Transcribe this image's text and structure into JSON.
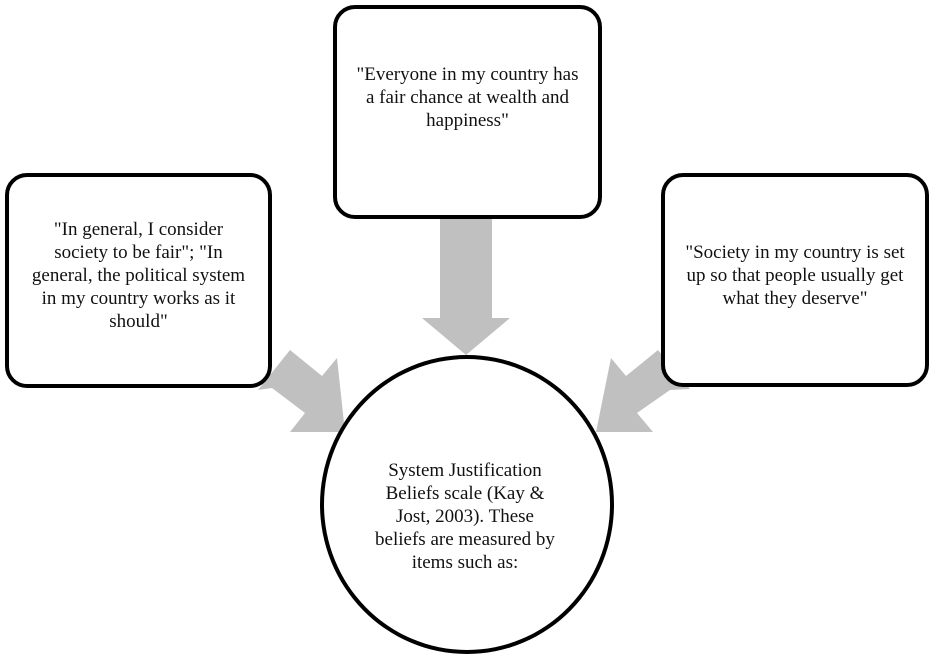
{
  "diagram": {
    "center": {
      "text": "System Justification Beliefs scale (Kay & Jost, 2003). These beliefs are measured by items such as:"
    },
    "items": [
      {
        "text": "\"In general, I consider society to be fair\"; \"In general, the political system in my country works as it should\""
      },
      {
        "text": "\"Everyone in my country has a fair chance at wealth and happiness\""
      },
      {
        "text": "\"Society in my country is set up so that people usually get what they deserve\""
      }
    ]
  },
  "colors": {
    "arrow": "#c0c0c0",
    "border": "#000000",
    "background": "#ffffff",
    "text": "#111111"
  }
}
